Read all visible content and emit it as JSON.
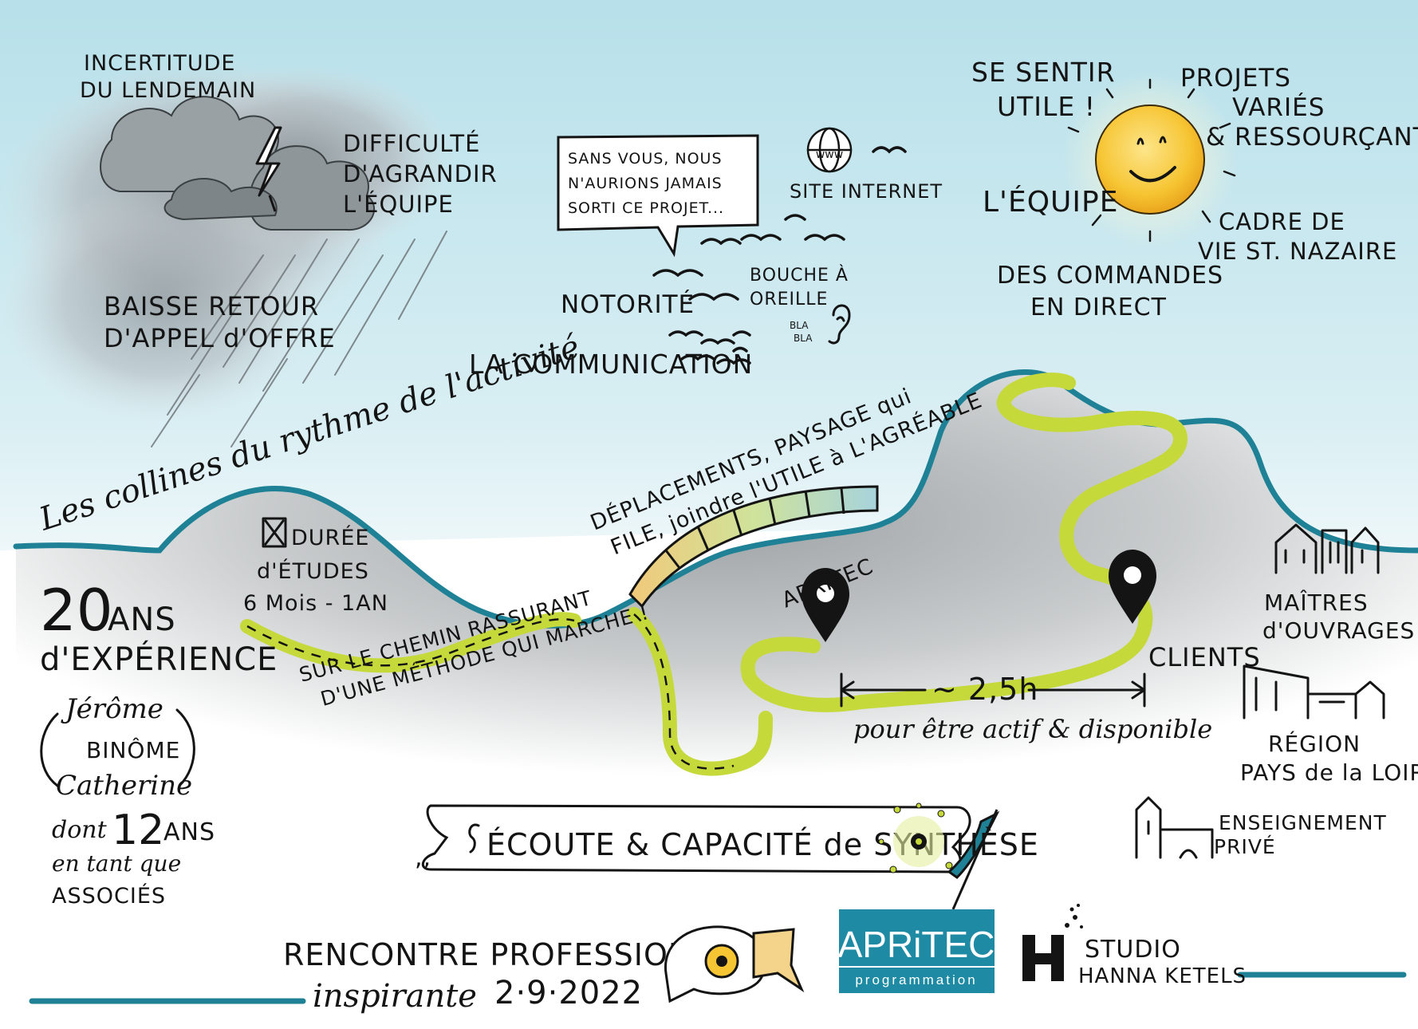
{
  "colors": {
    "sky": "#bfe3ec",
    "storm": "#a9b1b6",
    "hill_line": "#1f8196",
    "path": "#c6d93a",
    "sun": "#f6c533",
    "ink": "#141414",
    "brand": "#1e8aa3"
  },
  "storm": {
    "uncertainty": [
      "INCERTITUDE",
      "DU LENDEMAIN"
    ],
    "difficulty": [
      "DIFFICULTÉ",
      "D'AGRANDIR",
      "L'ÉQUIPE"
    ],
    "tenders": [
      "BAISSE RETOUR",
      "D'APPEL d'OFFRE"
    ]
  },
  "speech_bubble": [
    "SANS VOUS, NOUS",
    "N'AURIONS JAMAIS",
    "SORTI CE PROJET..."
  ],
  "communication": {
    "website": "SITE INTERNET",
    "website_badge": "www",
    "word_of_mouth": [
      "BOUCHE À",
      "OREILLE"
    ],
    "chatter": [
      "BLA",
      "BLA"
    ],
    "notoriety": "NOTORITÉ",
    "communication": "LA COMMUNICATION"
  },
  "sunny": {
    "useful": [
      "SE SENTIR",
      "UTILE !"
    ],
    "projects": [
      "PROJETS",
      "VARIÉS",
      "& RESSOURÇANTS"
    ],
    "team": "L'ÉQUIPE",
    "living": [
      "CADRE DE",
      "VIE ST. NAZAIRE"
    ],
    "orders": [
      "DES COMMANDES",
      "EN DIRECT"
    ]
  },
  "hills": {
    "title": "Les collines du rythme de l'activité",
    "duration": [
      "DURÉE",
      "d'ÉTUDES",
      "6 Mois - 1AN"
    ],
    "travel": [
      "DÉPLACEMENTS, PAYSAGE qui",
      "FILE, joindre l'UTILE à L'AGRÉABLE"
    ],
    "method": [
      "SUR LE CHEMIN RASSURANT",
      "D'UNE MÉTHODE QUI MARCHE !"
    ],
    "apritec_pin": "APRITEC",
    "clients": "CLIENTS",
    "time": "~ 2,5h",
    "time_caption": "pour être actif & disponible"
  },
  "experience": {
    "years": "20",
    "years_unit": "ANS",
    "label": "d'EXPÉRIENCE",
    "name1": "Jérôme",
    "binome": "BINÔME",
    "name2": "Catherine",
    "dont": "dont",
    "associate_years": "12",
    "associate_unit": "ANS",
    "associate_line1": "en tant que",
    "associate_line2": "ASSOCIÉS"
  },
  "banner": "ÉCOUTE & CAPACITÉ de SYNTHÈSE",
  "clients_side": {
    "owners": [
      "MAÎTRES",
      "d'OUVRAGES"
    ],
    "region": [
      "RÉGION",
      "PAYS de la LOIRE"
    ],
    "education": [
      "ENSEIGNEMENT",
      "PRIVÉ"
    ]
  },
  "footer": {
    "event": "RENCONTRE PROFESSIONNELLE",
    "event_sub": "inspirante",
    "date": "2·9·2022",
    "logo_main": "APRiTEC",
    "logo_sub": "programmation",
    "studio_line1": "STUDIO",
    "studio_line2": "HANNA KETELS"
  }
}
